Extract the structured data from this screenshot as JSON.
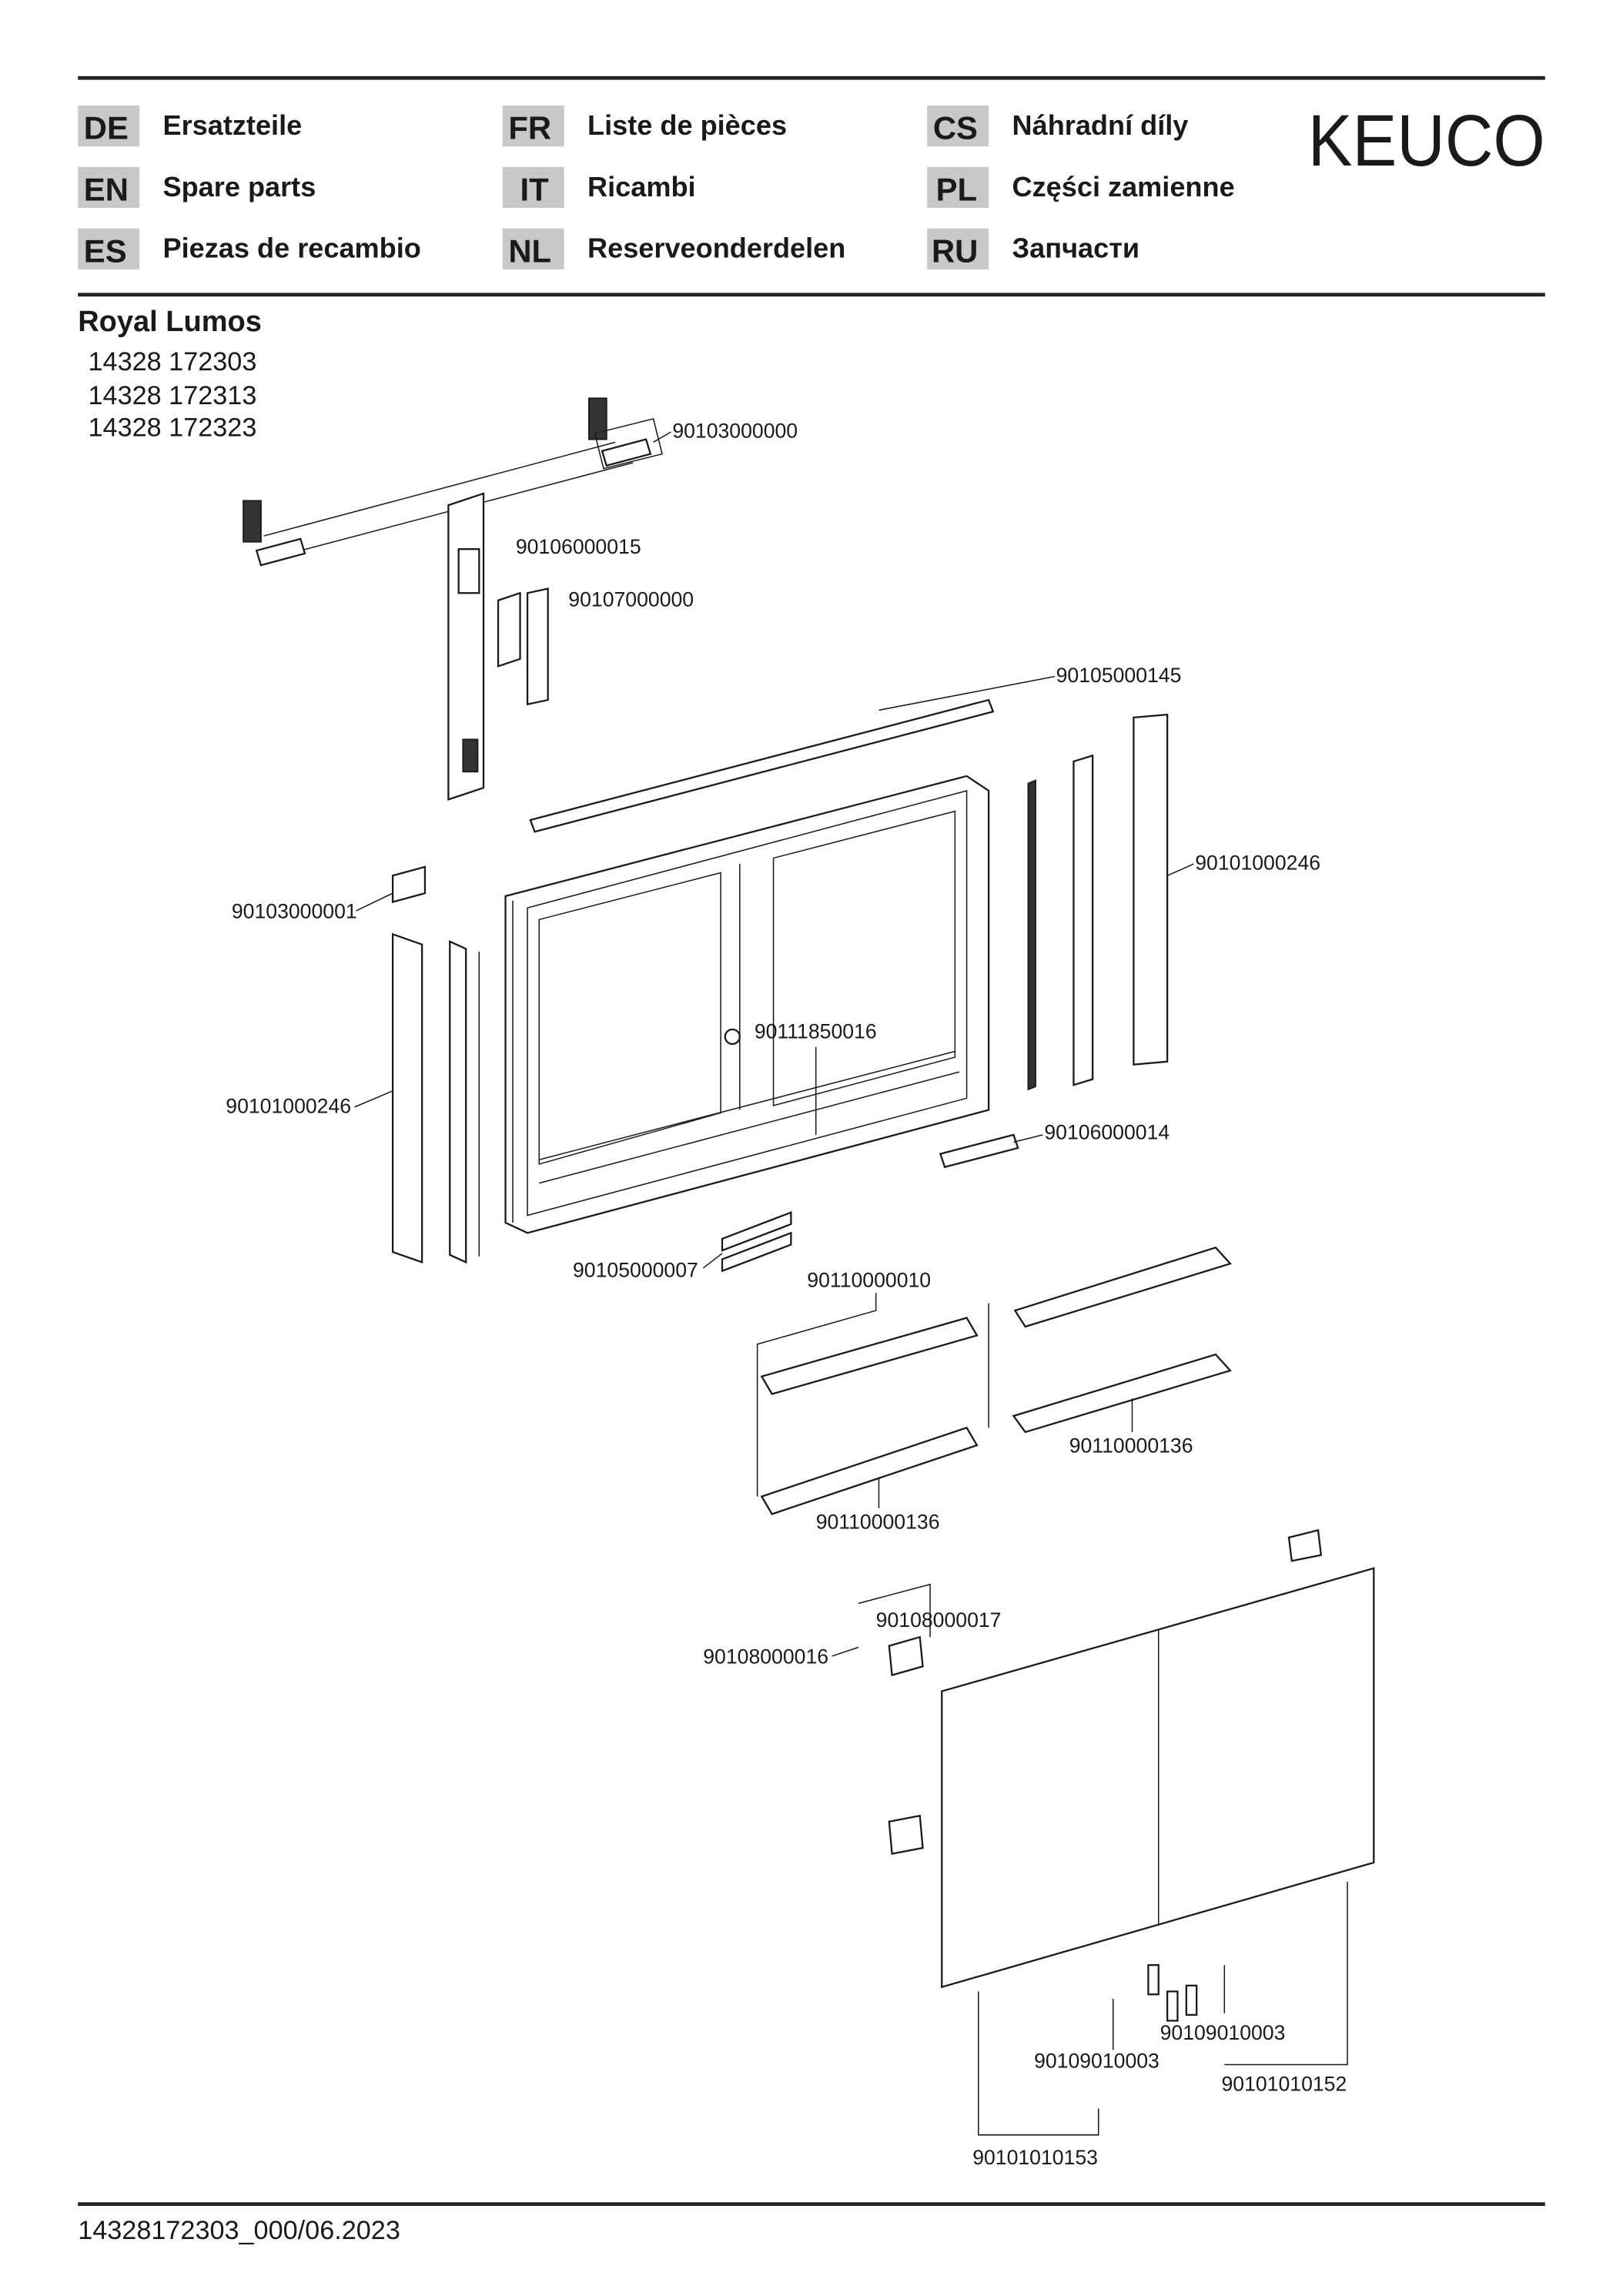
{
  "header": {
    "languages": [
      {
        "code": "DE",
        "label": "Ersatzteile"
      },
      {
        "code": "EN",
        "label": "Spare parts"
      },
      {
        "code": "ES",
        "label": "Piezas de recambio"
      },
      {
        "code": "FR",
        "label": "Liste de pièces"
      },
      {
        "code": "IT",
        "label": "Ricambi"
      },
      {
        "code": "NL",
        "label": "Reserveonderdelen"
      },
      {
        "code": "CS",
        "label": "Náhradní díly"
      },
      {
        "code": "PL",
        "label": "Części zamienne"
      },
      {
        "code": "RU",
        "label": "Запчасти"
      }
    ],
    "logo": "KEUCO",
    "badge_color": "#c8c8c8"
  },
  "product": {
    "name": "Royal Lumos",
    "article_numbers": [
      "14328 172303",
      "14328 172313",
      "14328 172323"
    ]
  },
  "parts": {
    "top_brackets": "90103000000",
    "driver": "90106000015",
    "driver_cover": "90107000000",
    "led_strip": "90105000145",
    "side_panel_right": "90101000246",
    "bracket_left": "90103000001",
    "body": "90111850016",
    "side_panel_left": "90101000246",
    "sensor": "90106000014",
    "light_profile": "90105000007",
    "shelf_upper": "90110000010",
    "shelf_right": "90110000136",
    "shelf_lower": "90110000136",
    "hinge_a": "90108000017",
    "hinge_b": "90108000016",
    "door_magnet_right": "90109010003",
    "door_magnet_left": "90109010003",
    "door_right": "90101010152",
    "door_left": "90101010153"
  },
  "footer": {
    "doc_id": "14328172303_000/06.2023"
  }
}
